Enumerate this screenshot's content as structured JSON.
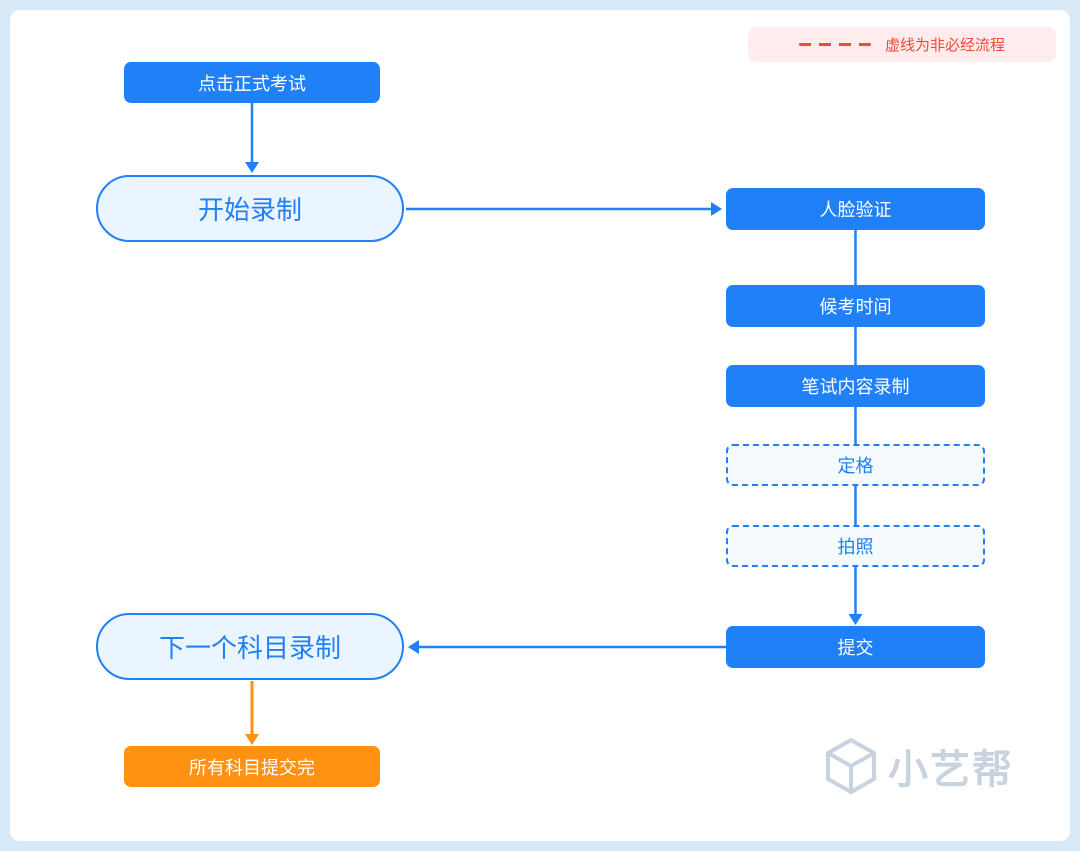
{
  "legend": {
    "label": "虚线为非必经流程"
  },
  "nodes": {
    "click_exam": {
      "label": "点击正式考试"
    },
    "start_recording": {
      "label": "开始录制"
    },
    "face_verification": {
      "label": "人脸验证"
    },
    "waiting_time": {
      "label": "候考时间"
    },
    "written_recording": {
      "label": "笔试内容录制"
    },
    "freeze": {
      "label": "定格"
    },
    "photo": {
      "label": "拍照"
    },
    "submit": {
      "label": "提交"
    },
    "next_subject": {
      "label": "下一个科目录制"
    },
    "all_submitted": {
      "label": "所有科目提交完"
    }
  },
  "watermark": {
    "label": "小艺帮"
  },
  "colors": {
    "primary_blue": "#2080F7",
    "accent_orange": "#FF9213",
    "legend_red": "#F5473B",
    "legend_background": "#FFECEC",
    "pill_fill": "#EBF5FF",
    "dashed_fill": "#F5FAFF",
    "page_background": "#D7E8F7",
    "watermark_gray": "#C8D3DF"
  }
}
